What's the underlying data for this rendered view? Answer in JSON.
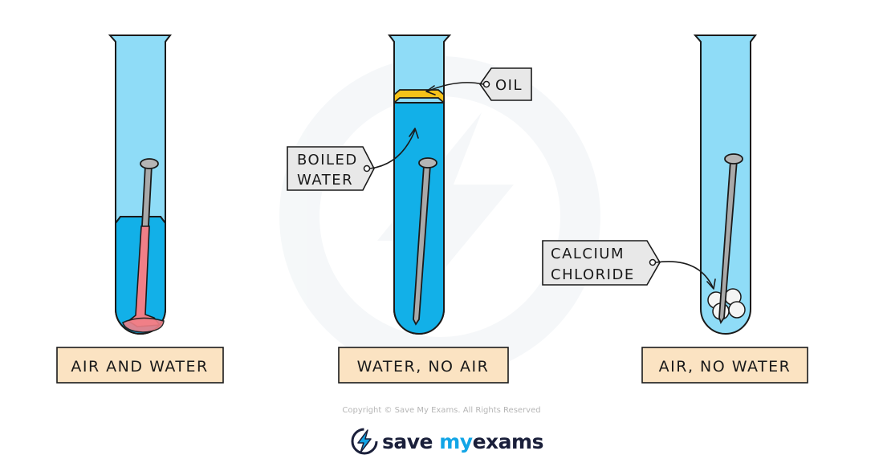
{
  "tubes": [
    {
      "condition_label": "AIR AND WATER"
    },
    {
      "condition_label": "WATER, NO AIR"
    },
    {
      "condition_label": "AIR, NO WATER"
    }
  ],
  "annotations": {
    "oil": "OIL",
    "boiled_water_line1": "BOILED",
    "boiled_water_line2": "WATER",
    "calcium_chloride_line1": "CALCIUM",
    "calcium_chloride_line2": "CHLORIDE"
  },
  "footer": {
    "copyright": "Copyright © Save My Exams. All Rights Reserved",
    "brand_part1": "save",
    "brand_part2": "my",
    "brand_part3": "exams"
  },
  "colors": {
    "air_glass": "#8fdcf7",
    "water": "#12b0e8",
    "rust": "#f07f87",
    "oil": "#f6c21a",
    "label_box": "#fbe3c2",
    "tag": "#e8e8e8",
    "brand_accent": "#12a5e6"
  }
}
